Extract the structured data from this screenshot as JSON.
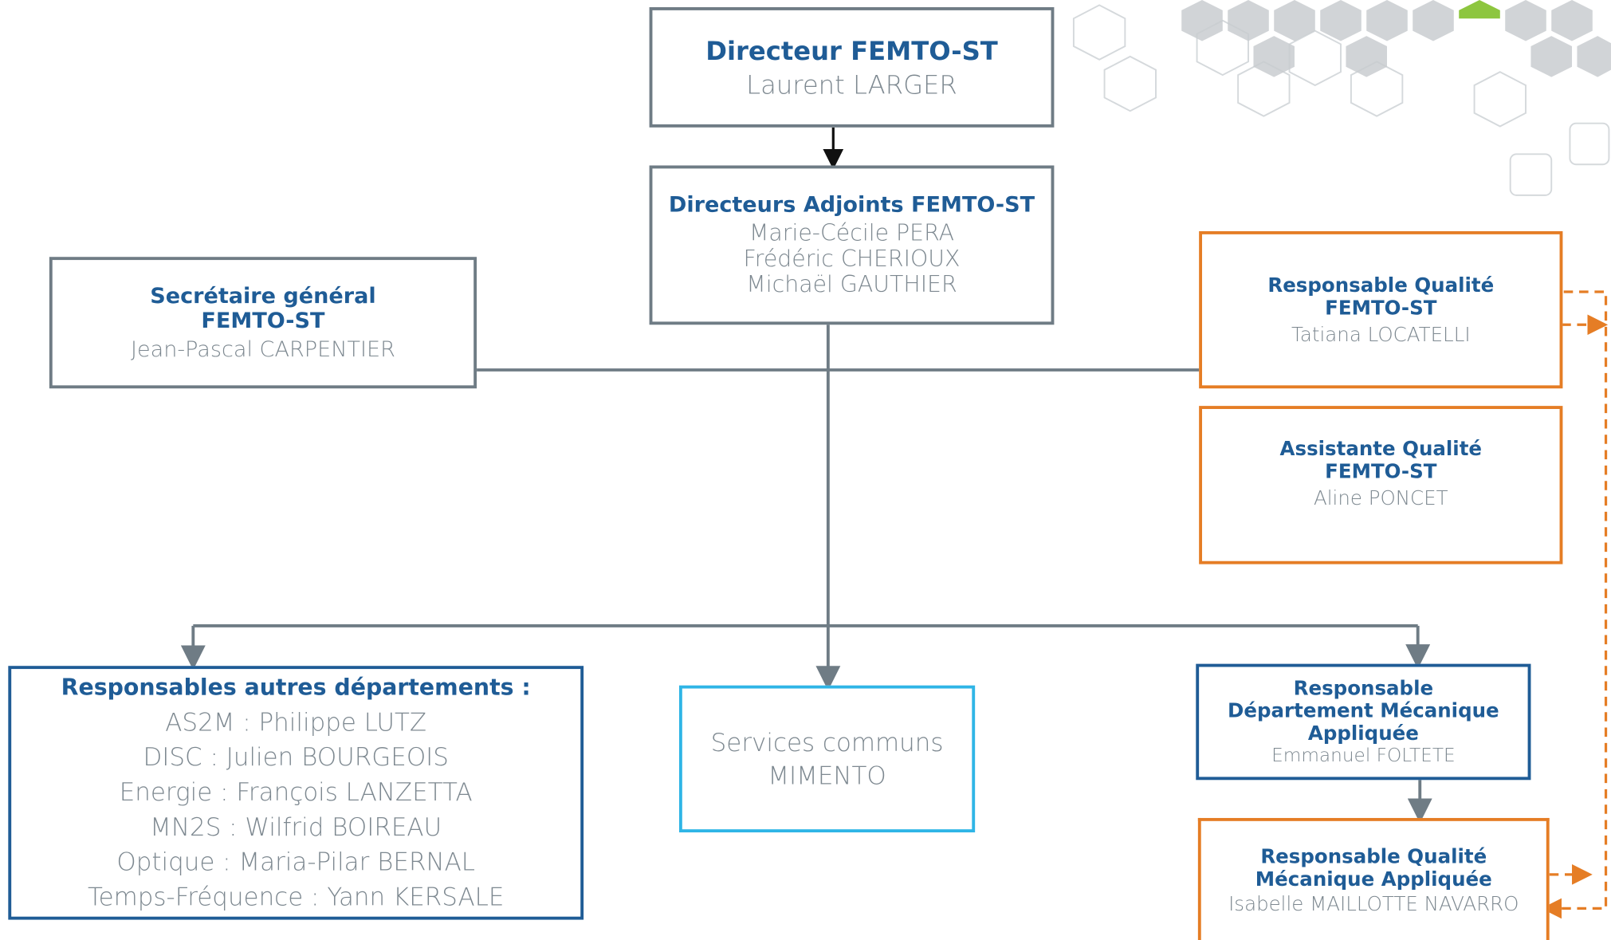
{
  "director": {
    "title": "Directeur FEMTO-ST",
    "name": "Laurent LARGER"
  },
  "deputies": {
    "title": "Directeurs Adjoints FEMTO-ST",
    "names": [
      "Marie-Cécile PERA",
      "Frédéric CHERIOUX",
      "Michaël GAUTHIER"
    ]
  },
  "secretary": {
    "title_line1": "Secrétaire général",
    "title_line2": "FEMTO-ST",
    "name": "Jean-Pascal CARPENTIER"
  },
  "quality_manager": {
    "title_line1": "Responsable Qualité",
    "title_line2": "FEMTO-ST",
    "name": "Tatiana LOCATELLI"
  },
  "quality_assistant": {
    "title_line1": "Assistante Qualité",
    "title_line2": "FEMTO-ST",
    "name": "Aline PONCET"
  },
  "departments": {
    "title": "Responsables autres départements :",
    "items": [
      "AS2M : Philippe LUTZ",
      "DISC : Julien BOURGEOIS",
      "Energie : François LANZETTA",
      "MN2S : Wilfrid BOIREAU",
      "Optique : Maria-Pilar BERNAL",
      "Temps-Fréquence : Yann KERSALE"
    ]
  },
  "services": {
    "line1": "Services communs",
    "line2": "MIMENTO"
  },
  "mech_dept": {
    "title_line1": "Responsable",
    "title_line2": "Département Mécanique",
    "title_line3": "Appliquée",
    "name": "Emmanuel FOLTETE"
  },
  "mech_quality": {
    "title_line1": "Responsable Qualité",
    "title_line2": "Mécanique Appliquée",
    "name": "Isabelle MAILLOTTE NAVARRO"
  },
  "colors": {
    "title_blue": "#1f5c96",
    "grey": "#6f7c85",
    "orange": "#e57d25",
    "cyan": "#2fb5e6",
    "navy": "#1f5c96"
  }
}
